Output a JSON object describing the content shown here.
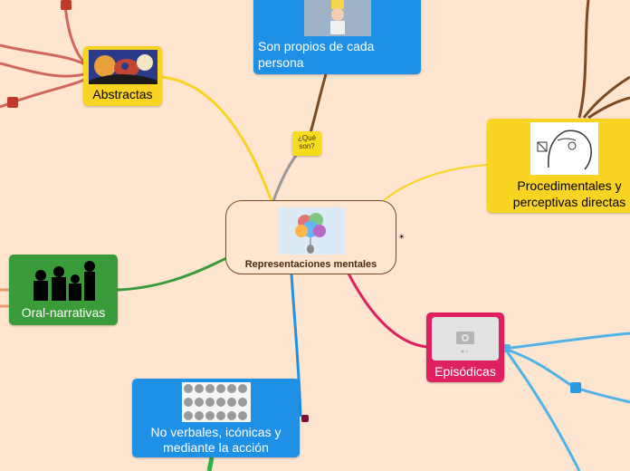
{
  "central": {
    "title": "Representaciones mentales"
  },
  "question": {
    "text": "¿Qué son?"
  },
  "nodes": {
    "abstractas": "Abstractas",
    "propios": "Son propios de cada persona",
    "procedimentales": "Procedimentales y perceptivas directas",
    "oral": "Oral-narrativas",
    "episodicas": "Episódicas",
    "no_verbales": "No verbales, icónicas y mediante la acción"
  },
  "colors": {
    "background": "#fde5cf",
    "yellow": "#f9d423",
    "blue": "#1e90e6",
    "green": "#3a9b3a",
    "pink": "#e0215f",
    "brown": "#7a4a24",
    "red": "#c0392b",
    "light_blue": "#4fb3e8"
  },
  "icons": {
    "central": "balloon-brain-icon",
    "note": "sticky-note-icon",
    "camera": "camera-placeholder-icon"
  }
}
